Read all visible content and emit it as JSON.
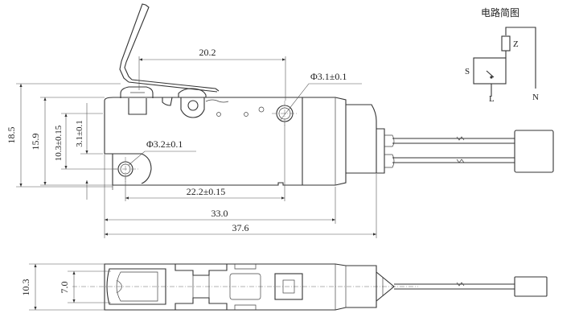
{
  "dimensions": {
    "top_width": "20.2",
    "hole_large": "Φ3.1±0.1",
    "hole_small": "Φ3.2±0.1",
    "height_total": "18.5",
    "height_body": "15.9",
    "hole_vertical": "10.3±0.15",
    "hole_offset": "3.1±0.1",
    "hole_spacing": "22.2±0.15",
    "body_length": "33.0",
    "overall_length": "37.6",
    "side_height": "10.3",
    "side_inner": "7.0"
  },
  "circuit": {
    "title": "电路简图",
    "label_z": "Z",
    "label_s": "S",
    "label_l": "L",
    "label_n": "N"
  }
}
